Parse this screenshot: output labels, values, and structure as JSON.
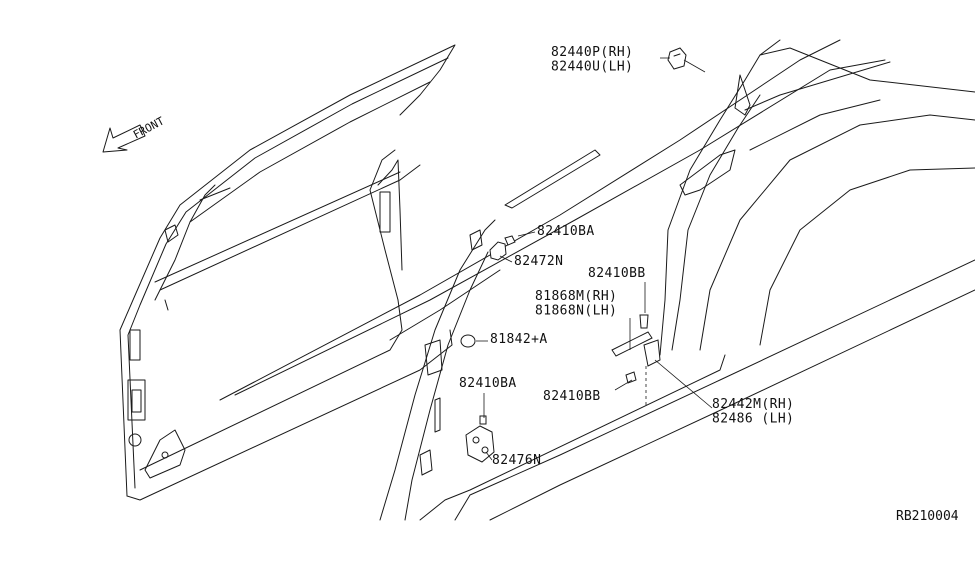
{
  "diagram": {
    "front_indicator": "FRONT",
    "reference_code": "RB210004",
    "parts": [
      {
        "id": "p1",
        "lines": [
          "82440P(RH)",
          "82440U(LH)"
        ]
      },
      {
        "id": "p2",
        "lines": [
          "82410BA"
        ]
      },
      {
        "id": "p3",
        "lines": [
          "82472N"
        ]
      },
      {
        "id": "p4",
        "lines": [
          "82410BB"
        ]
      },
      {
        "id": "p5",
        "lines": [
          "81868M(RH)",
          "81868N(LH)"
        ]
      },
      {
        "id": "p6",
        "lines": [
          "81842+A"
        ]
      },
      {
        "id": "p7",
        "lines": [
          "82410BA"
        ]
      },
      {
        "id": "p8",
        "lines": [
          "82410BB"
        ]
      },
      {
        "id": "p9",
        "lines": [
          "82442M(RH)",
          "82486 (LH)"
        ]
      },
      {
        "id": "p10",
        "lines": [
          "82476N"
        ]
      }
    ]
  }
}
